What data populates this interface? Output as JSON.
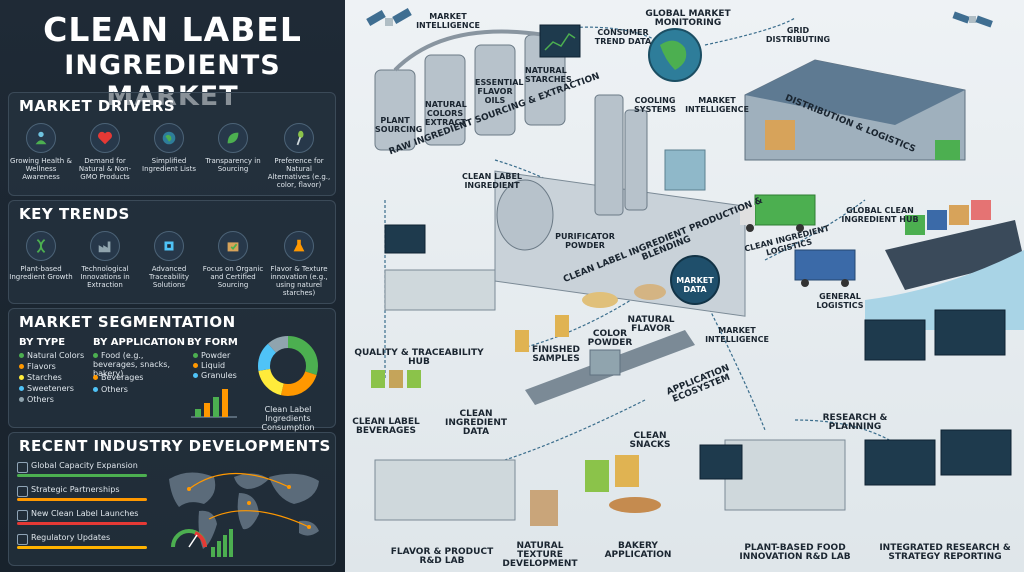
{
  "title": {
    "line1": "CLEAN LABEL",
    "line2": "INGREDIENTS MARKET"
  },
  "market_drivers": {
    "title": "MARKET DRIVERS",
    "items": [
      {
        "label": "Growing Health & Wellness Awareness",
        "icon": "person-icon"
      },
      {
        "label": "Demand for Natural & Non-GMO Products",
        "icon": "heart-icon"
      },
      {
        "label": "Simplified Ingredient Lists",
        "icon": "globe-icon"
      },
      {
        "label": "Transparency in Sourcing",
        "icon": "leaf-icon"
      },
      {
        "label": "Preference for Natural Alternatives (e.g., color, flavor)",
        "icon": "spoon-icon"
      }
    ]
  },
  "key_trends": {
    "title": "KEY TRENDS",
    "items": [
      {
        "label": "Plant-based Ingredient Growth",
        "icon": "dna-icon"
      },
      {
        "label": "Technological Innovations in Extraction",
        "icon": "factory-icon"
      },
      {
        "label": "Advanced Traceability Solutions",
        "icon": "chip-icon"
      },
      {
        "label": "Focus on Organic and Certified Sourcing",
        "icon": "box-icon"
      },
      {
        "label": "Flavor & Texture innovation (e.g., using naturel starches)",
        "icon": "flask-icon"
      }
    ]
  },
  "segmentation": {
    "title": "MARKET SEGMENTATION",
    "by_type": {
      "head": "BY TYPE",
      "items": [
        "Natural Colors",
        "Flavors",
        "Starches",
        "Sweeteners",
        "Others"
      ]
    },
    "by_application": {
      "head": "BY APPLICATION",
      "items": [
        "Food (e.g., beverages, snacks, bakery)",
        "Beverages",
        "Others"
      ]
    },
    "by_form": {
      "head": "BY FORM",
      "items": [
        "Powder",
        "Liquid",
        "Granules"
      ]
    },
    "donut_caption": "Clean Label Ingredients Consumption"
  },
  "developments": {
    "title": "RECENT INDUSTRY DEVELOPMENTS",
    "items": [
      {
        "label": "Global Capacity Expansion",
        "color": "#4caf50"
      },
      {
        "label": "Strategic Partnerships",
        "color": "#ff9800"
      },
      {
        "label": "New Clean Label Launches",
        "color": "#e53935"
      },
      {
        "label": "Regulatory Updates",
        "color": "#ffb300"
      }
    ]
  },
  "scene": {
    "market_intelligence_1": "MARKET INTELLIGENCE",
    "global_market_monitoring": "GLOBAL MARKET MONITORING",
    "consumer_trend_data": "CONSUMER TREND DATA",
    "grid_distributing": "GRID DISTRIBUTING",
    "plant_sourcing": "PLANT SOURCING",
    "natural_colors_extract": "NATURAL COLORS EXTRACT",
    "essential_flavor_oils": "ESSENTIAL FLAVOR OILS",
    "natural_starches": "NATURAL STARCHES",
    "cooling_systems": "COOLING SYSTEMS",
    "market_intelligence_2": "MARKET INTELLIGENCE",
    "raw_sourcing": "RAW INGREDIENT SOURCING & EXTRACTION",
    "distribution": "DISTRIBUTION & LOGISTICS",
    "clean_label_ingredient": "CLEAN LABEL INGREDIENT",
    "purificator_powder": "PURIFICATOR POWDER",
    "production_blending": "CLEAN LABEL INGREDIENT PRODUCTION & BLENDING",
    "global_hub": "GLOBAL CLEAN INGREDIENT HUB",
    "clean_logistics": "CLEAN INGREDIENT LOGISTICS",
    "market_data": "MARKET DATA",
    "general_logistics": "GENERAL LOGISTICS",
    "color_powder": "COLOR POWDER",
    "natural_flavor": "NATURAL FLAVOR",
    "quality_hub": "QUALITY & TRACEABILITY HUB",
    "finished_samples": "FINISHED SAMPLES",
    "market_intelligence_3": "MARKET INTELLIGENCE",
    "application_ecosystem": "APPLICATION ECOSYSTEM",
    "clean_ingredient_data": "CLEAN INGREDIENT DATA",
    "clean_label_beverages": "CLEAN LABEL BEVERAGES",
    "research_planning": "RESEARCH & PLANNING",
    "clean_snacks": "CLEAN SNACKS",
    "flavor_lab": "FLAVOR & PRODUCT R&D LAB",
    "natural_texture": "NATURAL TEXTURE DEVELOPMENT",
    "bakery_application": "BAKERY APPLICATION",
    "plant_based_lab": "PLANT-BASED FOOD INNOVATION R&D LAB",
    "integrated_research": "INTEGRATED RESEARCH & STRATEGY REPORTING"
  },
  "colors": {
    "accent_green": "#4caf50",
    "accent_orange": "#ff9800",
    "panel_bg": "#1f2a36"
  }
}
